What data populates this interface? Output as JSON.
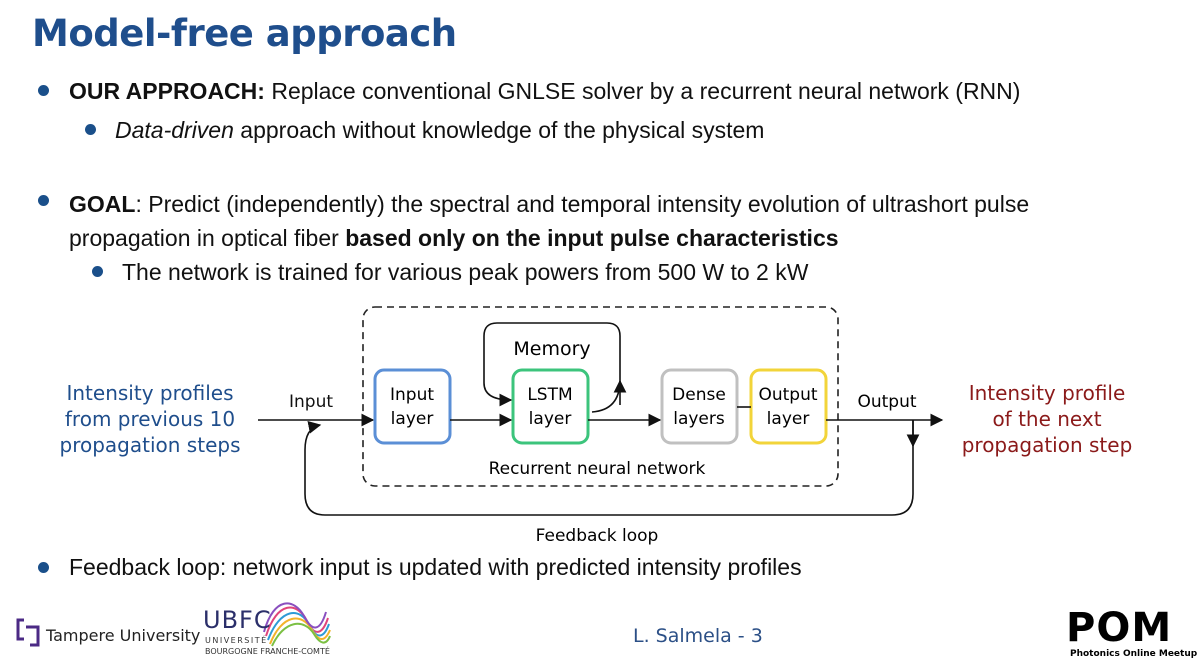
{
  "slide": {
    "title": "Model-free approach"
  },
  "bullets": {
    "b1_strong": "OUR APPROACH:",
    "b1_text": " Replace conventional GNLSE solver by a recurrent neural network (RNN)",
    "b1_sub_em": "Data-driven",
    "b1_sub_text": " approach without knowledge of the physical system",
    "b2_strong": "GOAL",
    "b2_text": ": Predict (independently) the spectral and temporal intensity evolution of ultrashort pulse",
    "b2_line2_text": "propagation in optical fiber ",
    "b2_line2_strong": "based only on the input pulse characteristics",
    "b2_sub_text": "The network is trained for various peak powers from 500 W to 2 kW",
    "b3_text": "Feedback loop: network input is updated with predicted intensity profiles"
  },
  "diagram": {
    "left_label": [
      "Intensity profiles",
      "from previous 10",
      "propagation steps"
    ],
    "input_arrow_label": "Input",
    "output_arrow_label": "Output",
    "memory_label": "Memory",
    "rnn_label": "Recurrent neural network",
    "feedback_label": "Feedback loop",
    "right_label": [
      "Intensity profile",
      "of the next",
      "propagation step"
    ],
    "blocks": {
      "input_layer": [
        "Input",
        "layer"
      ],
      "lstm_layer": [
        "LSTM",
        "layer"
      ],
      "dense_layers": [
        "Dense",
        "layers"
      ],
      "output_layer": [
        "Output",
        "layer"
      ]
    },
    "colors": {
      "left_label": "#1f4e8c",
      "right_label": "#8b1a1a",
      "input_layer": "#5b8fd6",
      "lstm_layer": "#3cc47c",
      "dense_layers": "#c0c0c0",
      "output_layer": "#f2d43a"
    }
  },
  "footer": {
    "tampere": "Tampere University",
    "ubfc": "UBFC",
    "ubfc_sub1": "UNIVERSITÉ",
    "ubfc_sub2": "BOURGOGNE FRANCHE-COMTÉ",
    "page": "L. Salmela - 3",
    "pom": "POM",
    "pom_sub": "Photonics Online Meetup"
  }
}
